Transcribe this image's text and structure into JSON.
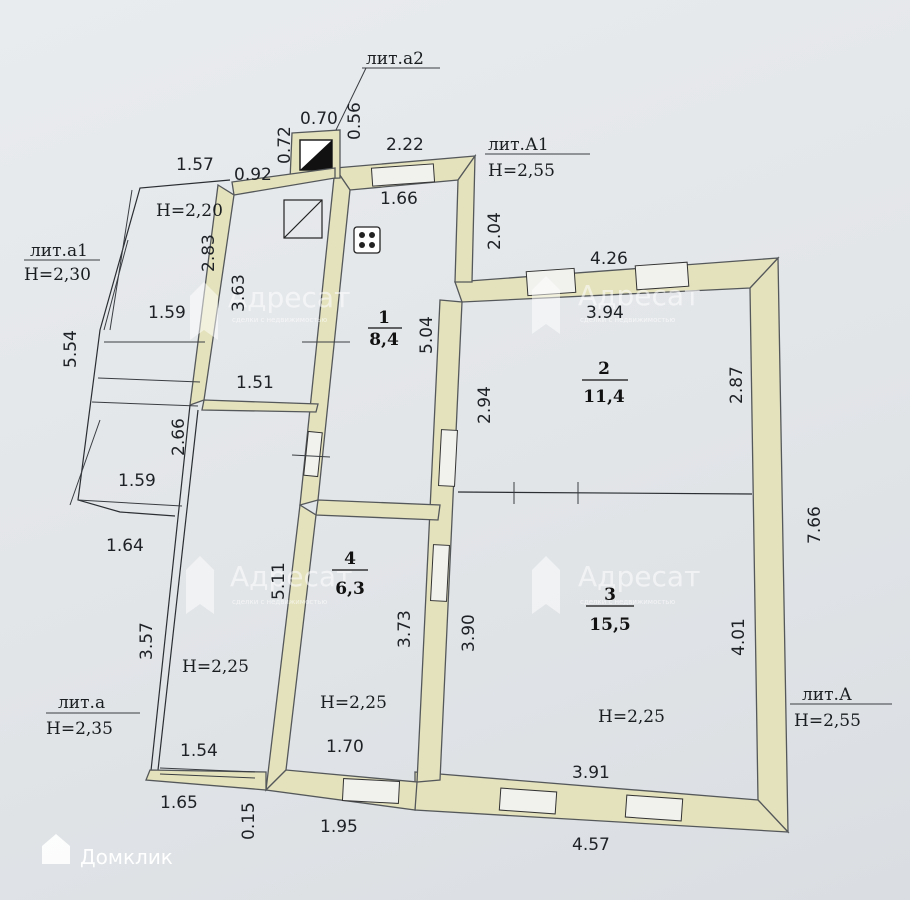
{
  "labels": {
    "lit_a2": "лит.а2",
    "lit_A1": "лит.А1",
    "lit_A1_h": "Н=2,55",
    "lit_a1": "лит.а1",
    "lit_a1_h": "Н=2,30",
    "lit_a": "лит.а",
    "lit_a_h": "Н=2,35",
    "lit_A": "лит.А",
    "lit_A_h": "Н=2,55"
  },
  "heights": {
    "h_220": "Н=2,20",
    "h_225_left": "Н=2,25",
    "h_225_room4": "Н=2,25",
    "h_225_room3": "Н=2,25"
  },
  "rooms": {
    "r1_num": "1",
    "r1_area": "8,4",
    "r2_num": "2",
    "r2_area": "11,4",
    "r3_num": "3",
    "r3_area": "15,5",
    "r4_num": "4",
    "r4_area": "6,3"
  },
  "dims": {
    "d070": "0.70",
    "d072": "0.72",
    "d056": "0.56",
    "d157": "1.57",
    "d092": "0.92",
    "d222": "2.22",
    "d166": "1.66",
    "d204": "2.04",
    "d283": "2.83",
    "d363": "3.63",
    "d159a": "1.59",
    "d554": "5.54",
    "d151": "1.51",
    "d504": "5.04",
    "d426": "4.26",
    "d394": "3.94",
    "d294": "2.94",
    "d287": "2.87",
    "d266": "2.66",
    "d159b": "1.59",
    "d164": "1.64",
    "d766": "7.66",
    "d511": "5.11",
    "d373": "3.73",
    "d390": "3.90",
    "d401": "4.01",
    "d357": "3.57",
    "d154": "1.54",
    "d170": "1.70",
    "d391": "3.91",
    "d165": "1.65",
    "d015": "0.15",
    "d195": "1.95",
    "d457": "4.57"
  },
  "watermark": {
    "brand": "Адресат",
    "sub": "сделки с недвижимостью"
  },
  "footer_logo": "Домклик",
  "colors": {
    "wall": "#e4e2bd",
    "wall_stroke": "#55585a",
    "paper": "#e6e9ec",
    "ink": "#1e2226"
  }
}
